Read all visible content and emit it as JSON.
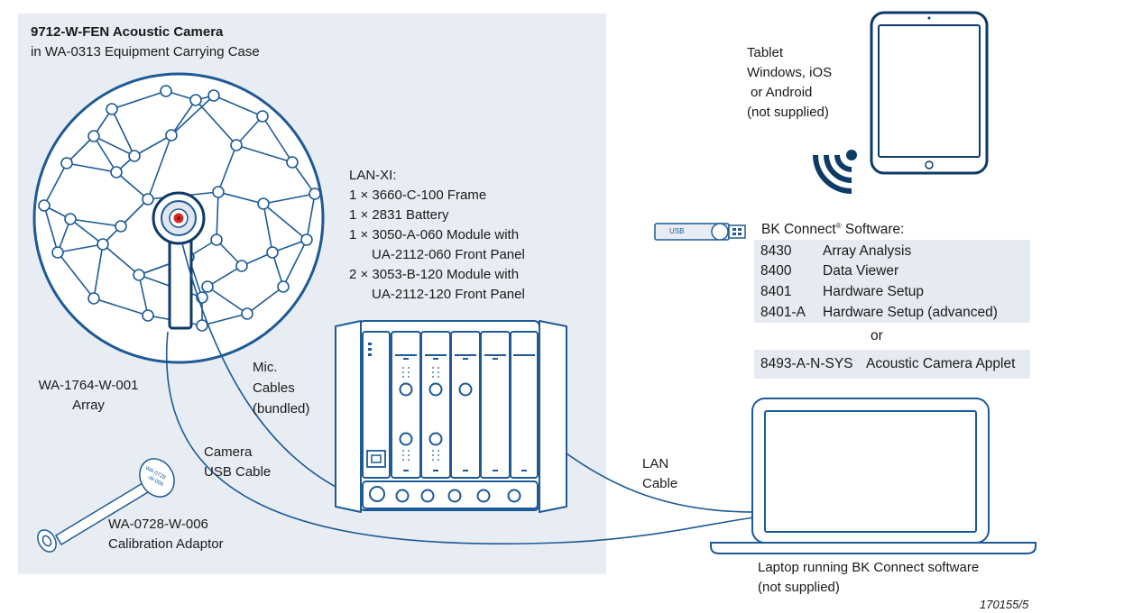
{
  "camera": {
    "title": "9712-W-FEN Acoustic Camera",
    "subtitle": "in WA-0313 Equipment Carrying Case"
  },
  "array_label": [
    "WA-1764-W-001",
    "Array"
  ],
  "mic_cables_label": [
    "Mic.",
    "Cables",
    "(bundled)"
  ],
  "usb_cable_label": [
    "Camera",
    "USB Cable"
  ],
  "calibration_label": [
    "WA-0728-W-006",
    "Calibration Adaptor"
  ],
  "lanxi": {
    "heading": "LAN-XI:",
    "items": [
      "1 × 3660-C-100 Frame",
      "1 × 2831 Battery",
      "1 × 3050-A-060 Module with",
      "UA-2112-060 Front Panel",
      "2 × 3053-B-120 Module with",
      "UA-2112-120 Front Panel"
    ]
  },
  "tablet_label": [
    "Tablet",
    "Windows, iOS",
    "or Android",
    "(not supplied)"
  ],
  "usb_stick_text": "USB",
  "software": {
    "heading_prefix": "BK Connect",
    "heading_mark": "®",
    "heading_suffix": " Software:",
    "rows": [
      {
        "code": "8430",
        "name": "Array Analysis"
      },
      {
        "code": "8400",
        "name": "Data Viewer"
      },
      {
        "code": "8401",
        "name": "Hardware Setup"
      },
      {
        "code": "8401-A",
        "name": "Hardware Setup (advanced)"
      }
    ],
    "or_text": "or",
    "applet": {
      "code": "8493-A-N-SYS",
      "name": "Acoustic Camera Applet"
    }
  },
  "lan_cable_label": [
    "LAN",
    "Cable"
  ],
  "laptop_label": [
    "Laptop running BK Connect software",
    "(not supplied)"
  ],
  "figure_id": "170155/5",
  "colors": {
    "panel_bg": "#e8edf4",
    "line_blue": "#1d5a96",
    "dark_navy": "#0e3a66",
    "software_bg": "#e6eaf1",
    "mic_red": "#d22b2b"
  }
}
